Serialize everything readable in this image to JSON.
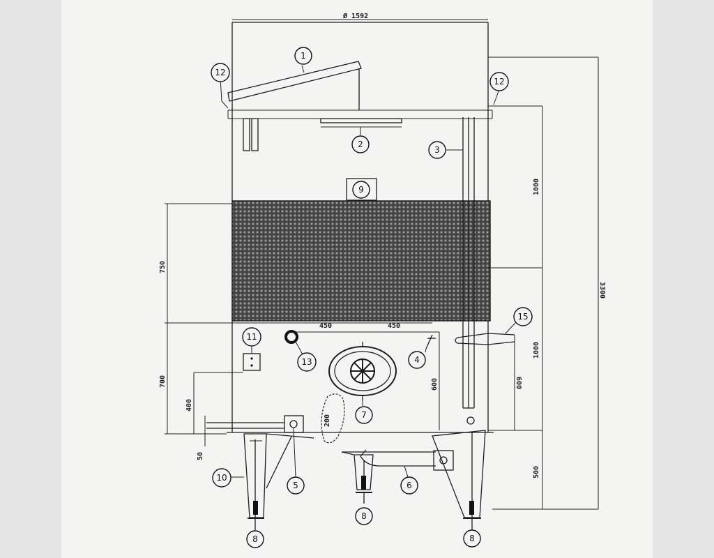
{
  "dimensions": {
    "diameter": "Ø 1592",
    "total_height": "3300",
    "top_height": "1000",
    "middle_height": "1000",
    "leg_height": "500",
    "jacket_height": "750",
    "door_zone_height": "700",
    "valve_height_400": "400",
    "valve_height_50": "50",
    "offset_200": "200",
    "door_height": "600",
    "level_height": "600",
    "half_width_left": "450",
    "half_width_right": "450"
  },
  "callouts": [
    "1",
    "2",
    "3",
    "4",
    "5",
    "6",
    "7",
    "8",
    "9",
    "10",
    "11",
    "12",
    "13",
    "15"
  ],
  "colors": {
    "line": "#1c1c1c",
    "paper": "#f4f4f3",
    "background": "#e6e6e6"
  }
}
